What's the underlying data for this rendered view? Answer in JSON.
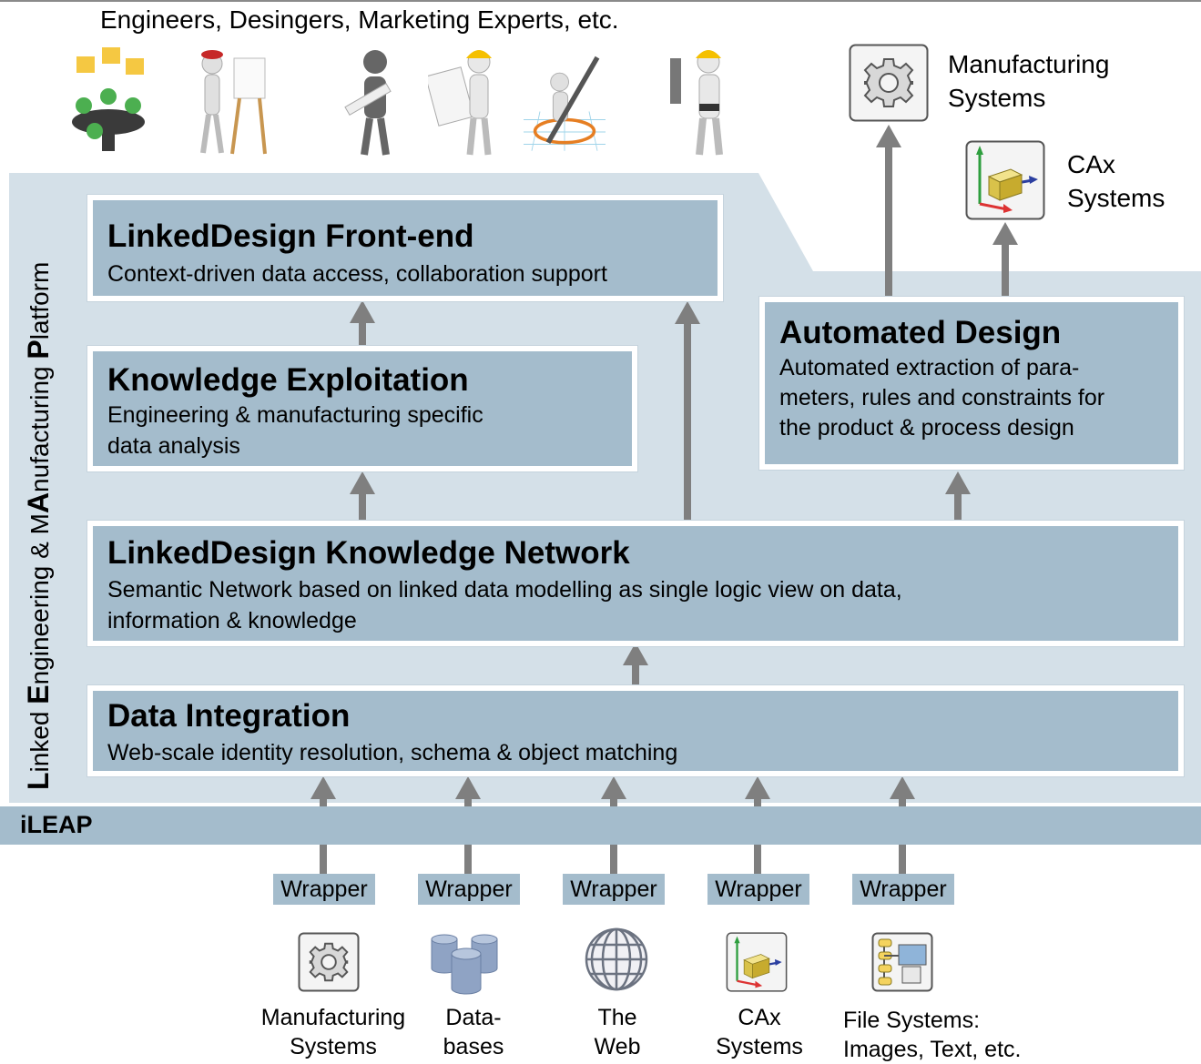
{
  "audience": {
    "label": "Engineers, Desingers, Marketing Experts, etc.",
    "figures": [
      "meeting-figures-icon",
      "painter-figure-icon",
      "engineer-figure-icon",
      "planner-figure-icon",
      "designer-figure-icon",
      "mechanic-figure-icon"
    ]
  },
  "platform": {
    "title_parts": [
      {
        "text": "L",
        "bold": true
      },
      {
        "text": "inked ",
        "bold": false
      },
      {
        "text": "E",
        "bold": true
      },
      {
        "text": "ngineering & M",
        "bold": false
      },
      {
        "text": "A",
        "bold": true
      },
      {
        "text": "nufacturing ",
        "bold": false
      },
      {
        "text": "P",
        "bold": true
      },
      {
        "text": "latform",
        "bold": false
      }
    ],
    "bar_label": "iLEAP"
  },
  "layers": {
    "frontend": {
      "title": "LinkedDesign Front-end",
      "description": "Context-driven data access, collaboration support"
    },
    "knowledge_exploitation": {
      "title": "Knowledge Exploitation",
      "description": "Engineering & manufacturing specific\ndata analysis"
    },
    "automated_design": {
      "title": "Automated Design",
      "description": "Automated extraction of para-\nmeters, rules and constraints for\nthe product & process design"
    },
    "knowledge_network": {
      "title": "LinkedDesign Knowledge Network",
      "description": "Semantic Network based on linked data modelling as single logic view on data,\ninformation & knowledge"
    },
    "data_integration": {
      "title": "Data Integration",
      "description": "Web-scale identity resolution, schema & object matching"
    }
  },
  "outputs": {
    "manufacturing": {
      "label": "Manufacturing\nSystems",
      "icon": "gear-icon"
    },
    "cax": {
      "label": "CAx\nSystems",
      "icon": "cad-cube-icon"
    }
  },
  "sources": [
    {
      "wrapper": "Wrapper",
      "label": "Manufacturing\nSystems",
      "icon": "gear-icon"
    },
    {
      "wrapper": "Wrapper",
      "label": "Data-\nbases",
      "icon": "database-icon"
    },
    {
      "wrapper": "Wrapper",
      "label": "The\nWeb",
      "icon": "globe-icon"
    },
    {
      "wrapper": "Wrapper",
      "label": "CAx\nSystems",
      "icon": "cad-cube-icon"
    },
    {
      "wrapper": "Wrapper",
      "label": "File Systems:\nImages, Text, etc.",
      "icon": "file-system-icon"
    }
  ],
  "colors": {
    "platform_bg": "#d4e0e8",
    "box": "#a4bccc",
    "arrow": "#7f7f7f"
  }
}
